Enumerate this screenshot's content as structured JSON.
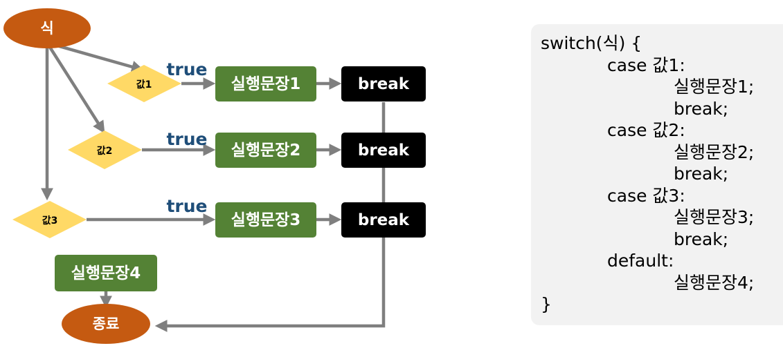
{
  "colors": {
    "oval": "#c55a11",
    "diamond": "#ffd966",
    "statement": "#548235",
    "break": "#000000",
    "arrow": "#7f7f7f",
    "true_label": "#1f4e79",
    "code_bg": "#f2f2f2"
  },
  "flowchart": {
    "start": "식",
    "end": "종료",
    "cases": [
      {
        "value": "값1",
        "condition": "true",
        "statement": "실행문장1",
        "break": "break"
      },
      {
        "value": "값2",
        "condition": "true",
        "statement": "실행문장2",
        "break": "break"
      },
      {
        "value": "값3",
        "condition": "true",
        "statement": "실행문장3",
        "break": "break"
      }
    ],
    "default_statement": "실행문장4"
  },
  "code": {
    "lines": [
      "switch(식) {",
      "case 값1:",
      "실행문장1;",
      "break;",
      "case 값2:",
      "실행문장2;",
      "break;",
      "case 값3:",
      "실행문장3;",
      "break;",
      "default:",
      "실행문장4;",
      "}"
    ]
  }
}
